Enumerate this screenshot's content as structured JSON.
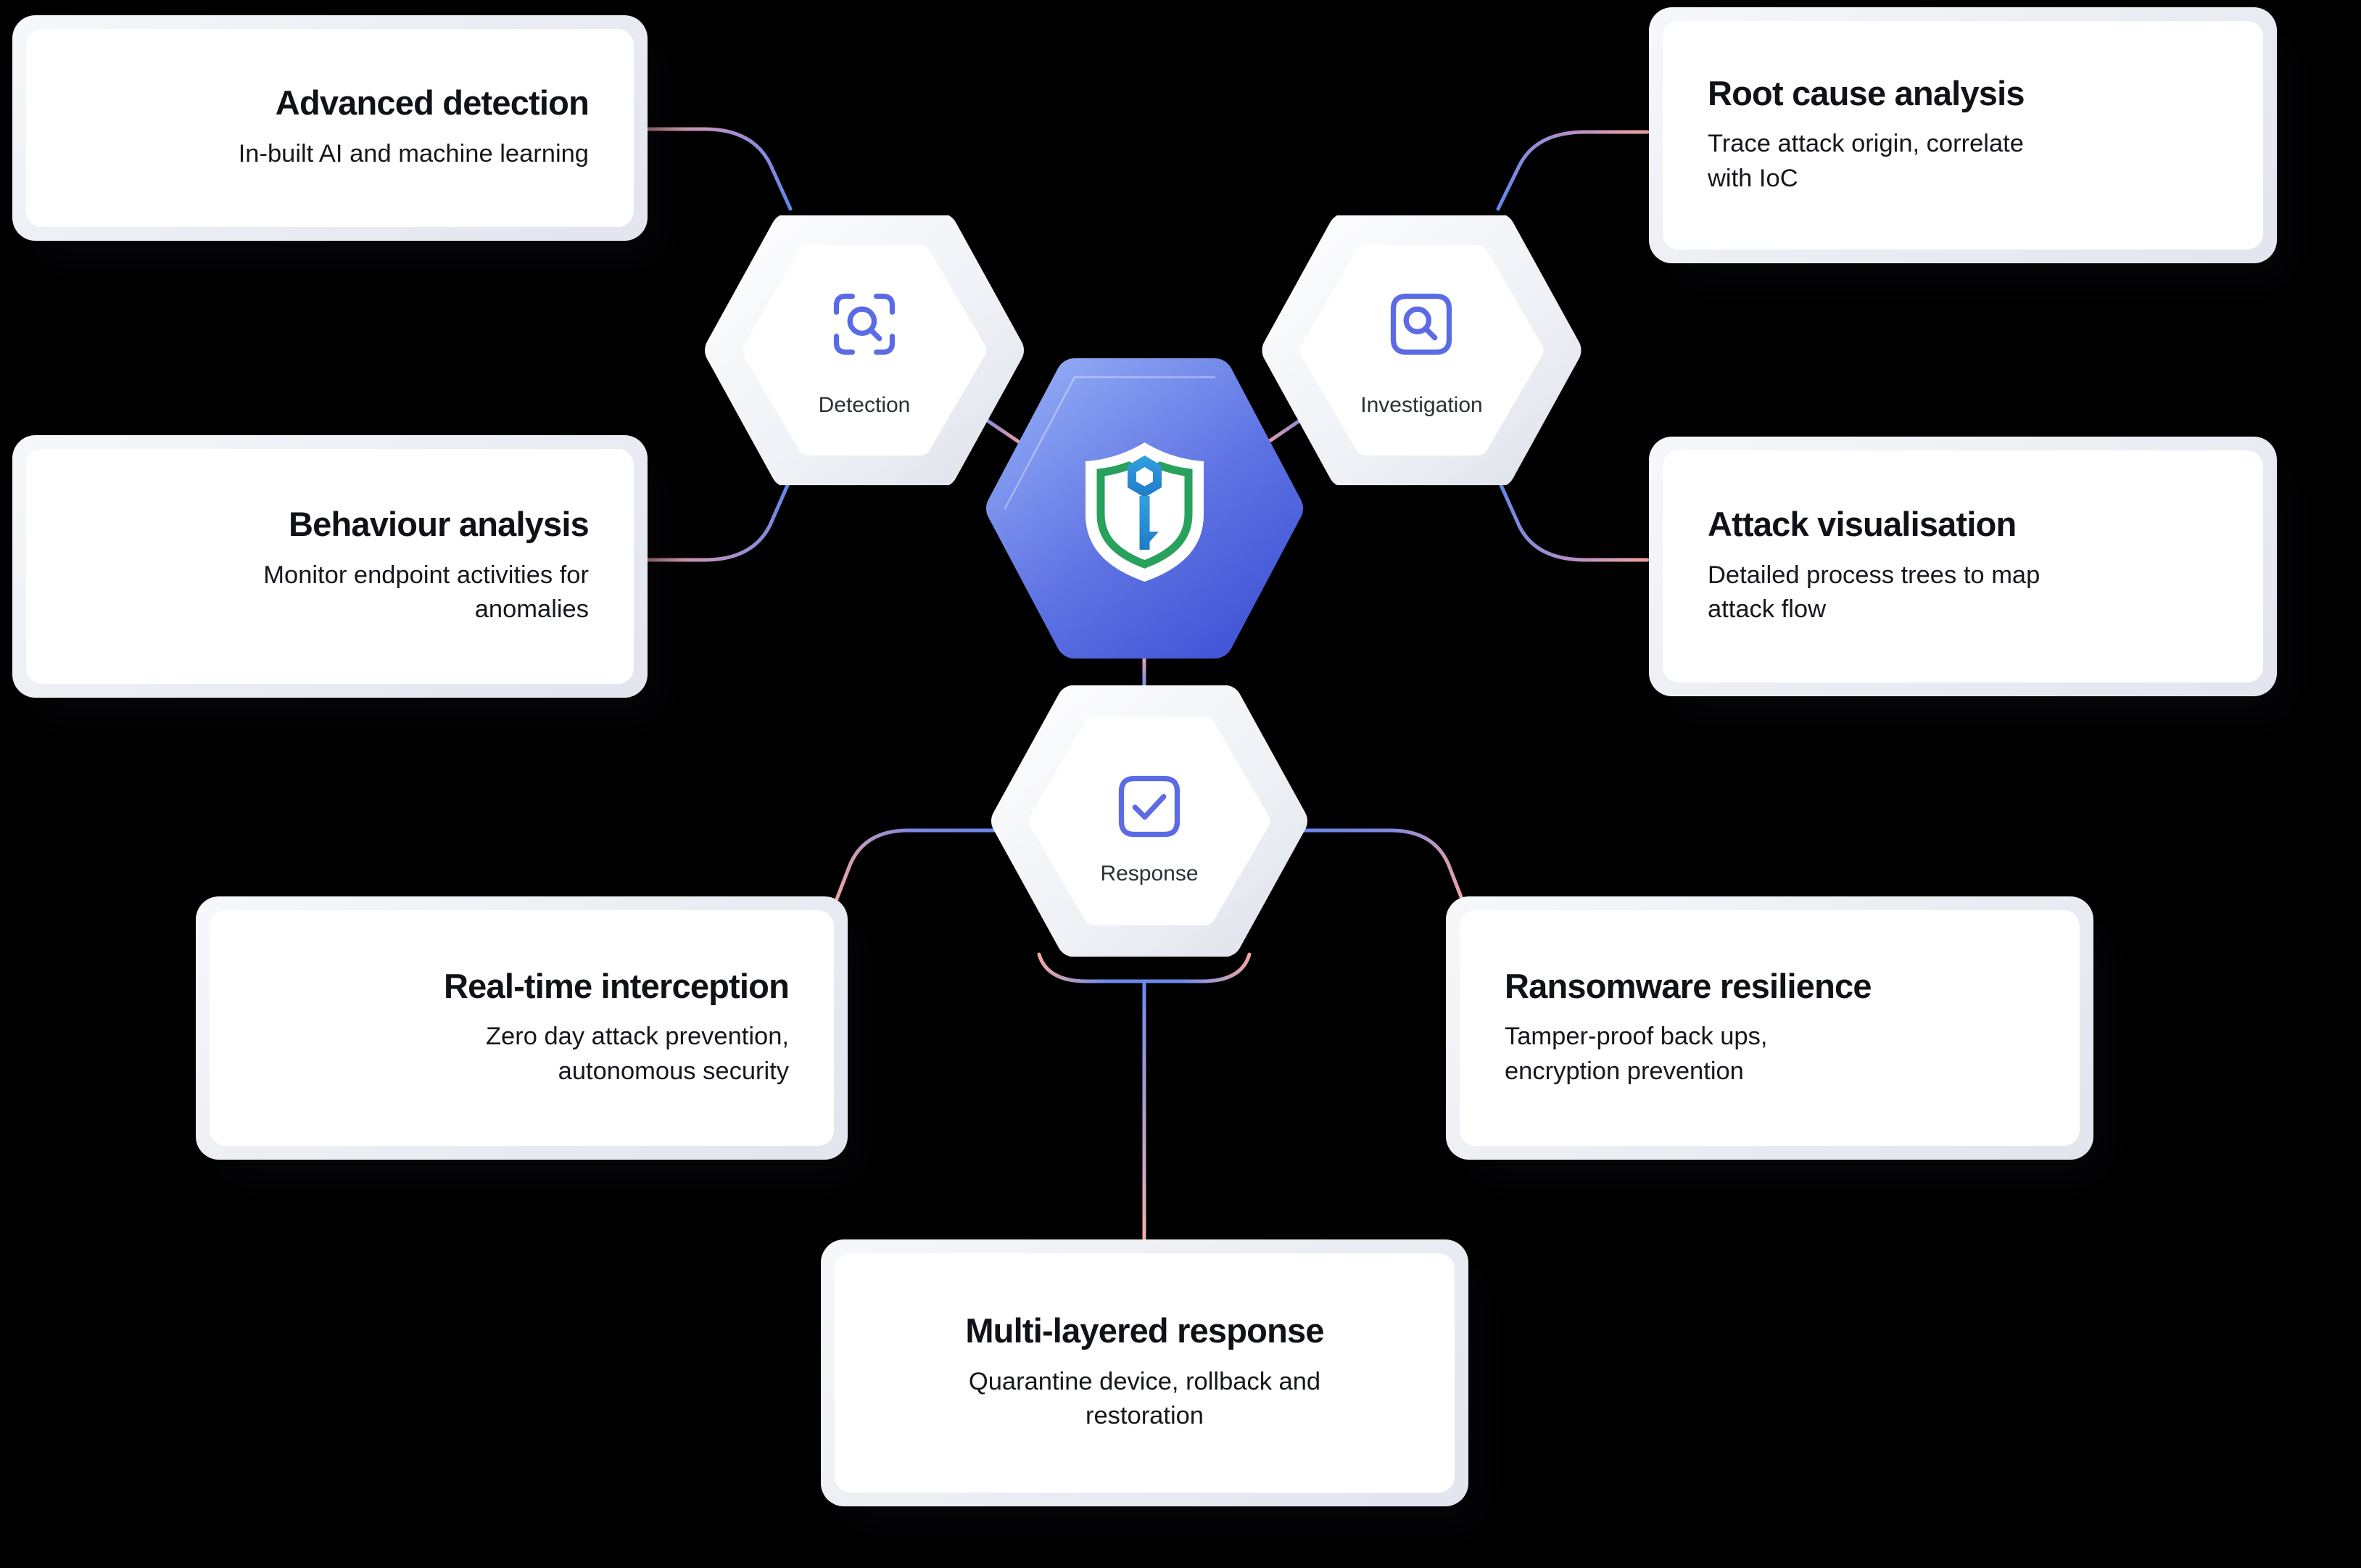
{
  "diagram": {
    "name": "EDR lifecycle diagram",
    "background": "#000000"
  },
  "hexagons": [
    {
      "label": "Detection",
      "icon": "scan-search-icon"
    },
    {
      "label": "Investigation",
      "icon": "search-square-icon"
    },
    {
      "label": "Response",
      "icon": "check-square-icon"
    }
  ],
  "core": {
    "logo": "shield-key-logo"
  },
  "cards": [
    {
      "title": "Advanced detection",
      "subtitle": "In-built AI and machine learning"
    },
    {
      "title": "Behaviour analysis",
      "subtitle": "Monitor endpoint activities for\nanomalies"
    },
    {
      "title": "Root cause analysis",
      "subtitle": "Trace attack origin, correlate\nwith IoC"
    },
    {
      "title": "Attack visualisation",
      "subtitle": "Detailed process trees to map\nattack flow"
    },
    {
      "title": "Real-time interception",
      "subtitle": "Zero day attack prevention,\nautonomous security"
    },
    {
      "title": "Ransomware resilience",
      "subtitle": "Tamper-proof back ups,\nencryption prevention"
    },
    {
      "title": "Multi-layered response",
      "subtitle": "Quarantine device, rollback and\nrestoration"
    }
  ],
  "colors": {
    "connector_pink": "#F2A5A2",
    "connector_blue": "#5E87ED",
    "icon_purple": "#5B6BE6",
    "core_hex_top": "#8FA8F3",
    "core_hex_bottom": "#4154D6",
    "shield_green": "#27A15B",
    "key_blue": "#2B8CD6",
    "card_frame": "#ECEEF4",
    "card_surface": "#FFFFFF"
  }
}
